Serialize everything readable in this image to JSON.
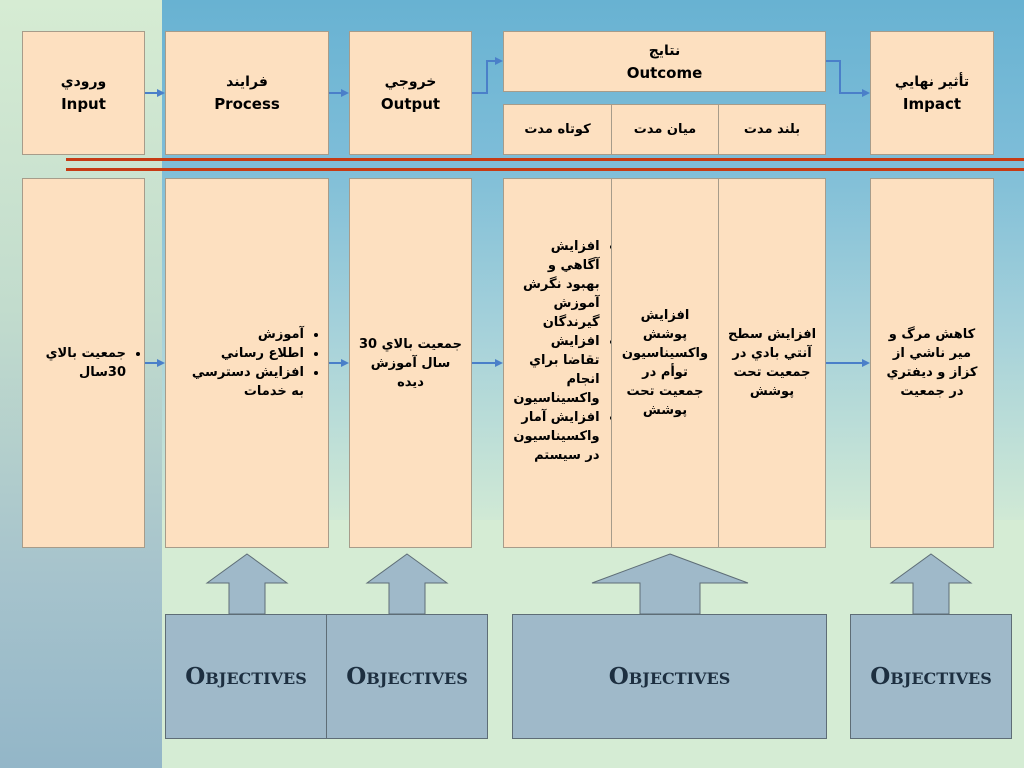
{
  "stages": {
    "input": {
      "fa": "ورودي",
      "en": "Input"
    },
    "process": {
      "fa": "فرايند",
      "en": "Process"
    },
    "output": {
      "fa": "خروجي",
      "en": "Output"
    },
    "outcome": {
      "fa": "نتايج",
      "en": "Outcome"
    },
    "impact": {
      "fa": "تأثير نهايي",
      "en": "Impact"
    }
  },
  "outcome_terms": {
    "short": "كوتاه مدت",
    "medium": "ميان مدت",
    "long": "بلند مدت"
  },
  "content": {
    "input_items": [
      "جمعيت بالاي 30سال"
    ],
    "process_items": [
      "آموزش",
      "اطلاع رساني",
      "افزايش دسترسي به خدمات"
    ],
    "output_text": "جمعيت بالاي 30 سال آموزش ديده",
    "short_items": [
      "افزايش آگاهي و بهبود نگرش آموزش گيرندگان",
      "افزايش تقاضا براي انجام واكسيناسيون",
      "افزايش آمار واكسيناسيون در سيستم"
    ],
    "medium_text": "افزايش پوشش واكسيناسيون توأم در جمعيت تحت پوشش",
    "long_text": "افزايش سطح آنتي بادي در جمعيت تحت پوشش",
    "impact_text": "كاهش مرگ و مير ناشي از كزاز و ديفتري در جمعيت"
  },
  "objectives": [
    "Objectives",
    "Objectives",
    "Objectives",
    "Objectives"
  ],
  "colors": {
    "box_fill": "#fde0c0",
    "arrow": "#4a7fc9",
    "stripe": "#c63b14",
    "objective_fill": "#9fb9c9"
  }
}
